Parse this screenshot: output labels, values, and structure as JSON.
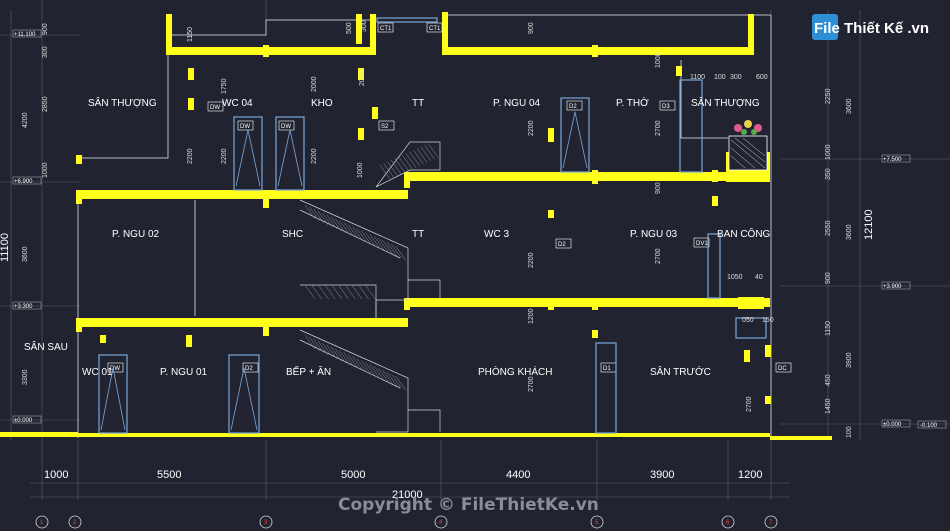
{
  "logo": {
    "text": "File Thiết Kế .vn",
    "brand_color": "#2e8fd6"
  },
  "copyright": "Copyright © FileThietKe.vn",
  "rooms": [
    {
      "key": "san_thuong_1",
      "text": "SÂN THƯỢNG"
    },
    {
      "key": "wc04",
      "text": "WC 04"
    },
    {
      "key": "kho",
      "text": "KHO"
    },
    {
      "key": "tt_top",
      "text": "TT"
    },
    {
      "key": "pngu04",
      "text": "P. NGU 04"
    },
    {
      "key": "ptho",
      "text": "P. THỜ"
    },
    {
      "key": "san_thuong_2",
      "text": "SÂN THƯỢNG"
    },
    {
      "key": "pngu02",
      "text": "P. NGU 02"
    },
    {
      "key": "shc",
      "text": "SHC"
    },
    {
      "key": "tt_mid",
      "text": "TT"
    },
    {
      "key": "wc3",
      "text": "WC 3"
    },
    {
      "key": "pngu03",
      "text": "P. NGU 03"
    },
    {
      "key": "ban_cong",
      "text": "BAN CÔNG"
    },
    {
      "key": "san_sau",
      "text": "SÂN SAU"
    },
    {
      "key": "wc01",
      "text": "WC 01"
    },
    {
      "key": "pngu01",
      "text": "P. NGU 01"
    },
    {
      "key": "bep_an",
      "text": "BẾP + ĂN"
    },
    {
      "key": "phong_khach",
      "text": "PHÒNG KHÁCH"
    },
    {
      "key": "san_truoc",
      "text": "SÂN TRƯỚC"
    }
  ],
  "door_tags": [
    "DW",
    "DW",
    "DW",
    "D2",
    "D3",
    "D2",
    "DV1",
    "DW",
    "D2",
    "D1",
    "S2",
    "CT1",
    "CT1",
    "DC"
  ],
  "bottom_dims": {
    "d1000": "1000",
    "d5500": "5500",
    "d5000": "5000",
    "d4400": "4400",
    "d3900": "3900",
    "d1200": "1200",
    "total": "21000"
  },
  "levels": {
    "l11100": "+11.100",
    "l6900": "+6.900",
    "l3300": "+3.300",
    "l0000": "±0.000",
    "r7500": "+7.500",
    "r3900": "+3.900",
    "r0000": "±0.000",
    "rneg": "-0.100"
  },
  "left_dims": {
    "h11100": "11100",
    "a4200": "4200",
    "a3600": "3600",
    "a3300": "3300",
    "s300": "300",
    "s900": "900",
    "s2850": "2850",
    "s1000": "1000"
  },
  "right_dims": {
    "h12100": "12100",
    "b3600a": "3600",
    "b3600b": "3600",
    "b3900": "3900",
    "s2250": "2250",
    "s1000": "1000",
    "s350": "350",
    "s2550": "2550",
    "s900": "900",
    "s1150": "1150",
    "s450": "450",
    "s1450": "1450",
    "s100": "100"
  },
  "inner_dims": {
    "t1150": "1150",
    "t500": "500",
    "t900": "900",
    "t300": "300",
    "t2000": "2000",
    "t2200a": "2200",
    "t2200b": "2200",
    "t2200c": "2200",
    "t2200d": "2200",
    "t2200e": "2200",
    "t1750": "1750",
    "t1000a": "1000",
    "t1000b": "1000",
    "t2700a": "2700",
    "t2700b": "2700",
    "t2700c": "2700",
    "t1200": "1200",
    "t2000b": "2000",
    "t2700d": "2700",
    "t900b": "900",
    "h1100": "1100",
    "h100": "100",
    "h300": "300",
    "h600": "600",
    "h1050": "1050",
    "h40": "40",
    "h050": "050",
    "h150": "150"
  },
  "axis_markers": [
    "1",
    "2",
    "3",
    "4",
    "5",
    "6",
    "7",
    "8"
  ]
}
